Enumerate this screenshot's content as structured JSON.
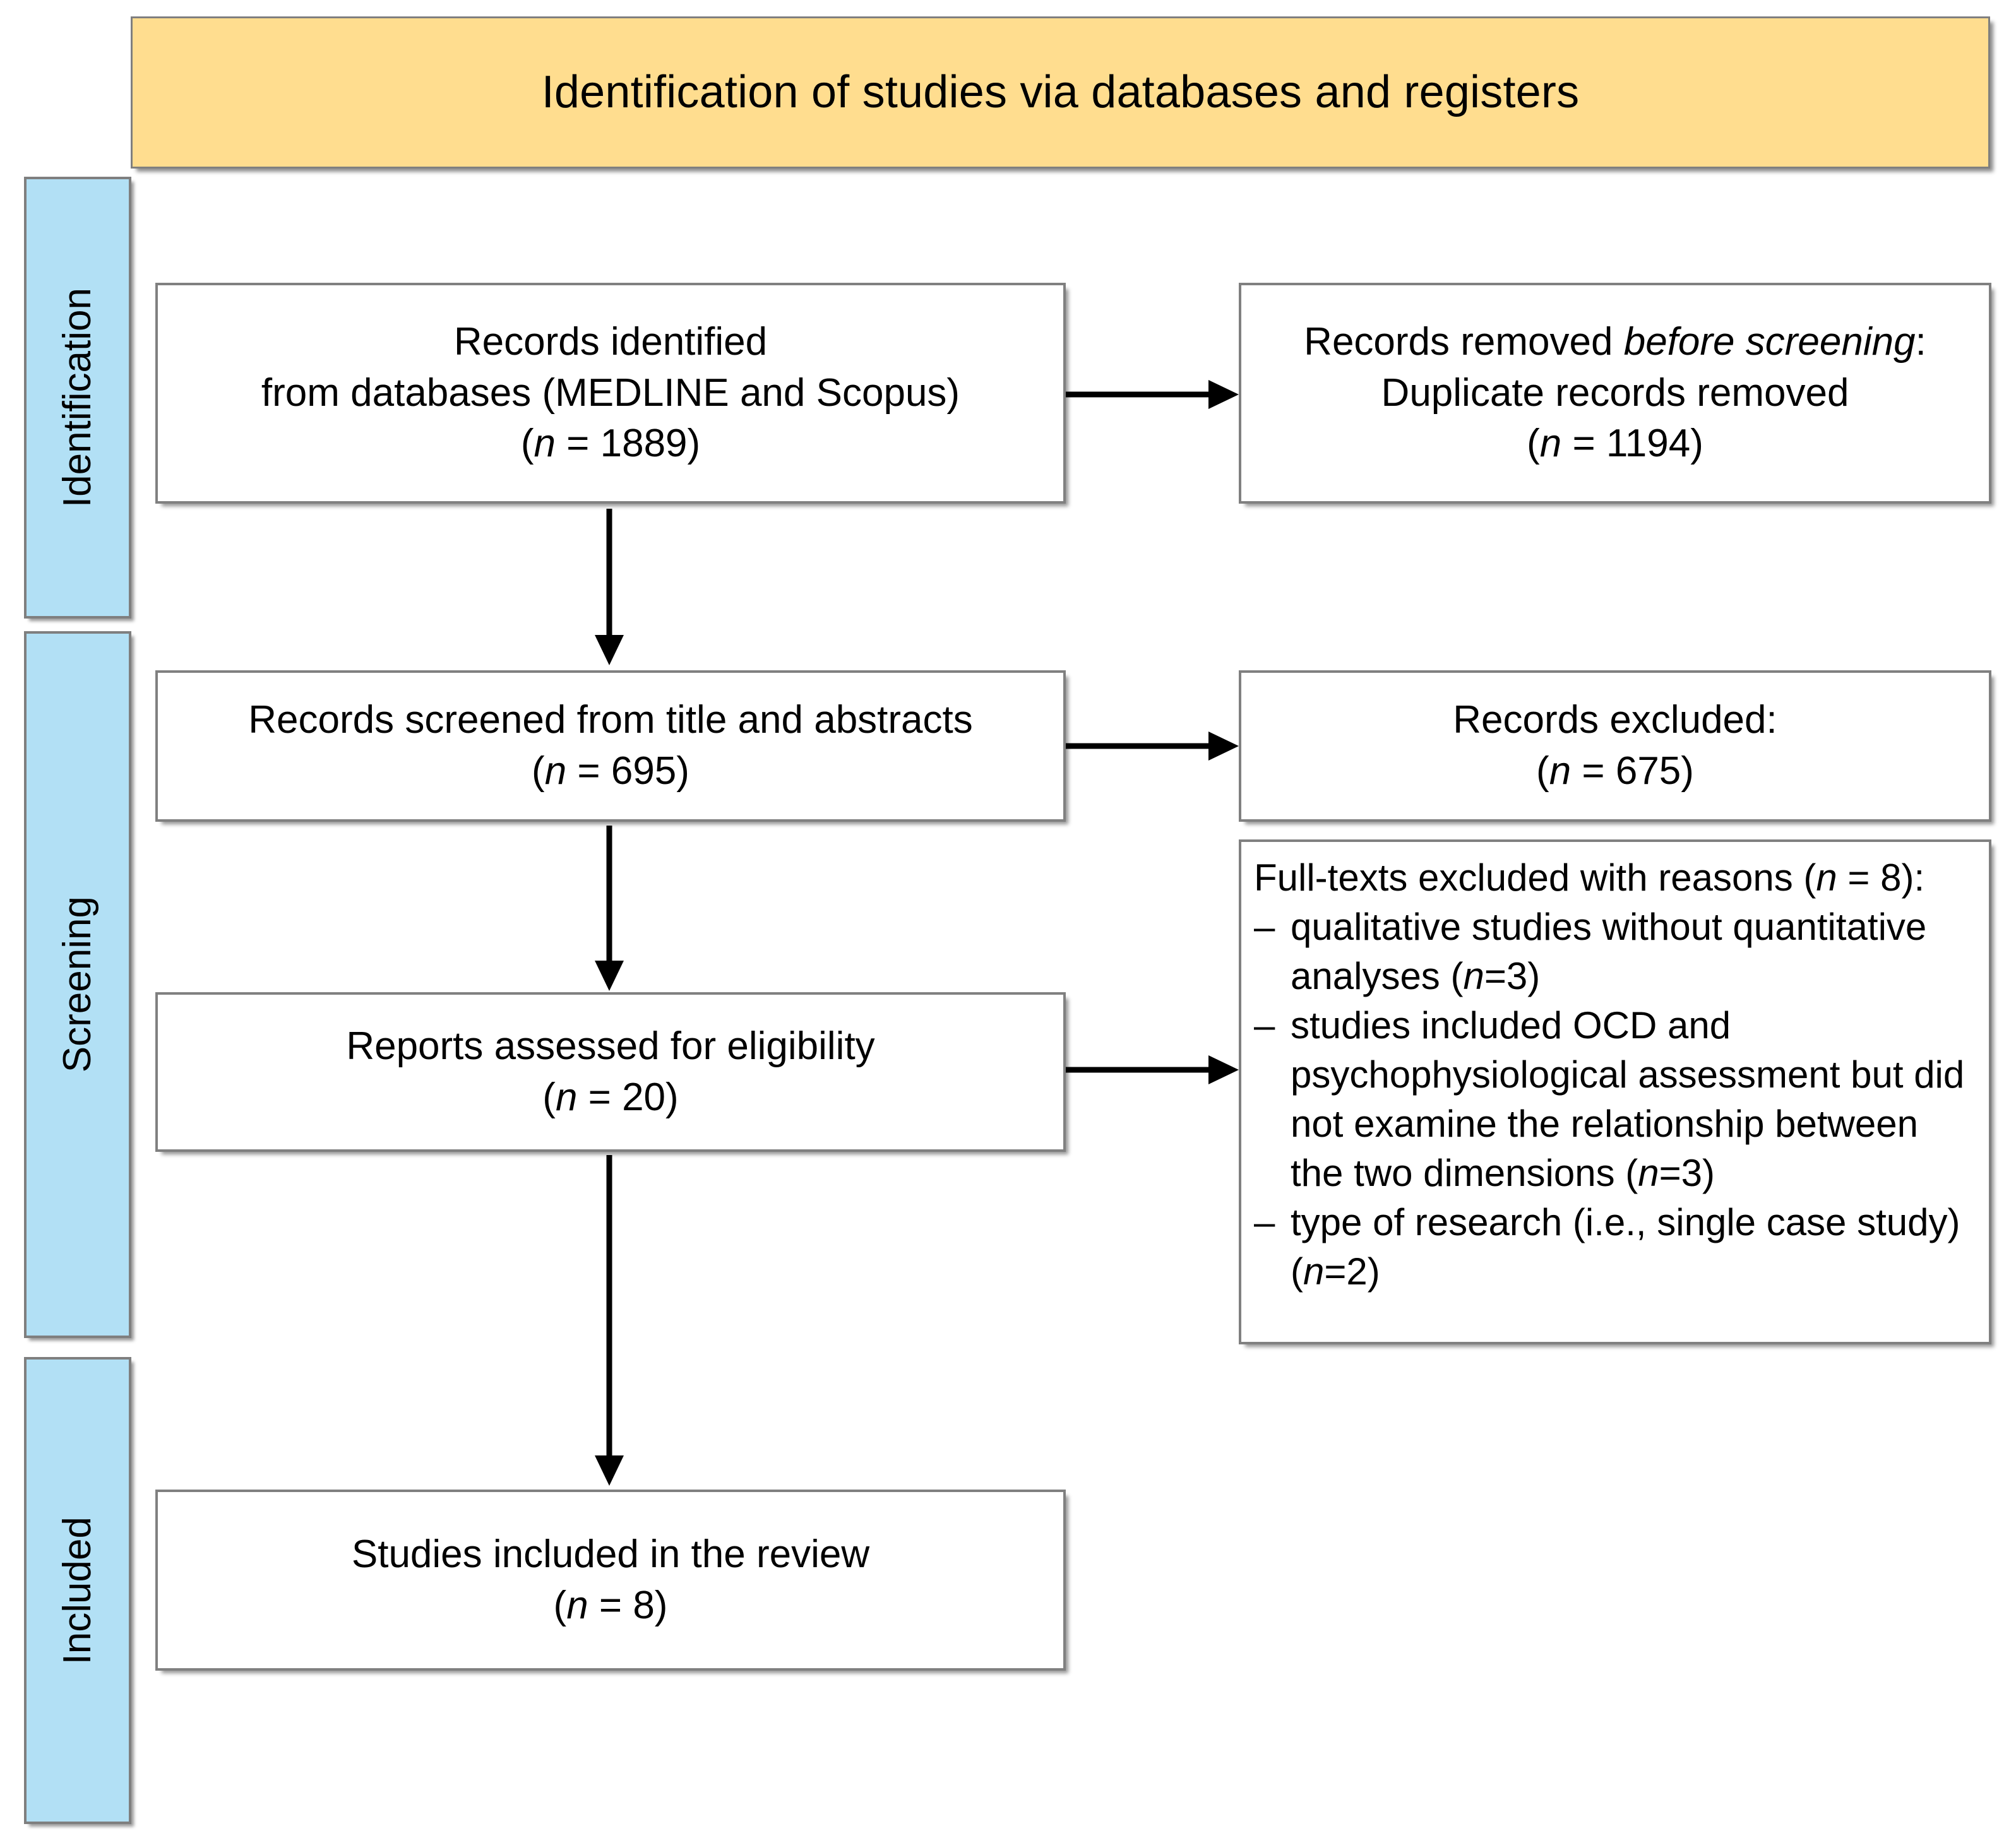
{
  "header": {
    "title": "Identification of studies via databases and registers",
    "background_color": "#FFDD8F",
    "border_color": "#7F7F7F"
  },
  "stages": [
    {
      "id": "identification",
      "label": "Identification"
    },
    {
      "id": "screening",
      "label": "Screening"
    },
    {
      "id": "included",
      "label": "Included"
    }
  ],
  "stage_bar_color": "#B2E0F5",
  "boxes": {
    "records_identified": {
      "line1": "Records identified",
      "line2": "from databases (MEDLINE and Scopus)",
      "n_prefix": "(",
      "n_italic": "n",
      "n_suffix": " = 1889)",
      "count": 1889
    },
    "records_removed": {
      "line1_pre": "Records removed ",
      "line1_italic": "before screening",
      "line1_post": ":",
      "line2": "Duplicate records removed",
      "n_prefix": "(",
      "n_italic": "n",
      "n_suffix": " = 1194)",
      "count": 1194
    },
    "records_screened": {
      "line1": "Records screened from title and abstracts",
      "n_prefix": "(",
      "n_italic": "n",
      "n_suffix": " = 695)",
      "count": 695
    },
    "records_excluded": {
      "line1": "Records excluded:",
      "n_prefix": "(",
      "n_italic": "n",
      "n_suffix": " = 675)",
      "count": 675
    },
    "reports_assessed": {
      "line1": "Reports assessed for eligibility",
      "n_prefix": "(",
      "n_italic": "n",
      "n_suffix": " = 20)",
      "count": 20
    },
    "fulltexts_excluded": {
      "heading_pre": "Full-texts excluded with reasons (",
      "heading_italic": "n",
      "heading_post": " = 8):",
      "total": 8,
      "dash": "–",
      "reasons": [
        {
          "text_pre": "qualitative studies without quantitative analyses (",
          "italic": "n",
          "text_post": "=3)",
          "count": 3
        },
        {
          "text_pre": "studies included OCD and psychophysiological assessment but did not examine the relationship between the two dimensions (",
          "italic": "n",
          "text_post": "=3)",
          "count": 3
        },
        {
          "text_pre": "type of research (i.e., single case study) (",
          "italic": "n",
          "text_post": "=2)",
          "count": 2
        }
      ]
    },
    "studies_included": {
      "line1": "Studies included in the review",
      "n_prefix": "(",
      "n_italic": "n",
      "n_suffix": " = 8)",
      "count": 8
    }
  },
  "chart_data": {
    "type": "diagram",
    "diagram_kind": "prisma-flow",
    "title": "Identification of studies via databases and registers",
    "nodes": [
      {
        "id": "records_identified",
        "stage": "Identification",
        "column": "left",
        "label": "Records identified from databases (MEDLINE and Scopus)",
        "n": 1889
      },
      {
        "id": "records_removed",
        "stage": "Identification",
        "column": "right",
        "label": "Records removed before screening: Duplicate records removed",
        "n": 1194
      },
      {
        "id": "records_screened",
        "stage": "Screening",
        "column": "left",
        "label": "Records screened from title and abstracts",
        "n": 695
      },
      {
        "id": "records_excluded",
        "stage": "Screening",
        "column": "right",
        "label": "Records excluded:",
        "n": 675
      },
      {
        "id": "reports_assessed",
        "stage": "Screening",
        "column": "left",
        "label": "Reports assessed for eligibility",
        "n": 20
      },
      {
        "id": "fulltexts_excluded",
        "stage": "Screening",
        "column": "right",
        "label": "Full-texts excluded with reasons",
        "n": 8
      },
      {
        "id": "studies_included",
        "stage": "Included",
        "column": "left",
        "label": "Studies included in the review",
        "n": 8
      }
    ],
    "edges": [
      {
        "from": "records_identified",
        "to": "records_removed",
        "direction": "right"
      },
      {
        "from": "records_identified",
        "to": "records_screened",
        "direction": "down"
      },
      {
        "from": "records_screened",
        "to": "records_excluded",
        "direction": "right"
      },
      {
        "from": "records_screened",
        "to": "reports_assessed",
        "direction": "down"
      },
      {
        "from": "reports_assessed",
        "to": "fulltexts_excluded",
        "direction": "right"
      },
      {
        "from": "reports_assessed",
        "to": "studies_included",
        "direction": "down"
      }
    ]
  }
}
